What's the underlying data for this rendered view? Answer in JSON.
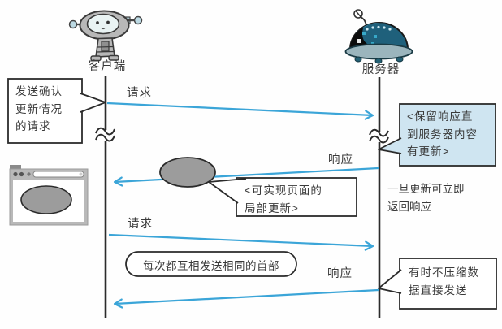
{
  "actors": {
    "client": "客户端",
    "server": "服务器"
  },
  "messages": {
    "request_top": "请求",
    "response_mid": "响应",
    "request_mid": "请求",
    "response_bottom": "响应"
  },
  "callouts": {
    "client_request_note": "发送确认\n更新情况\n的请求",
    "server_hold_note": "<保留响应直\n到服务器内容\n有更新>",
    "partial_update_note": "<可实现页面的\n局部更新>",
    "same_header_note": "每次都互相发送相同的首部",
    "no_compression_note": "有时不压缩数\n据直接发送"
  },
  "notes": {
    "immediate_response": "一旦更新可立即\n返回响应"
  },
  "colors": {
    "arrow_blue": "#3ba5d8",
    "line_dark": "#2b2b2b",
    "highlight_box_fill": "#cfe5f1",
    "content_ellipse_gray": "#9c9c9c"
  },
  "icons": {
    "client": "client-robot-icon",
    "server": "server-robot-icon",
    "browser": "browser-window-icon",
    "lifeline_break": "lifeline-break-icon"
  }
}
